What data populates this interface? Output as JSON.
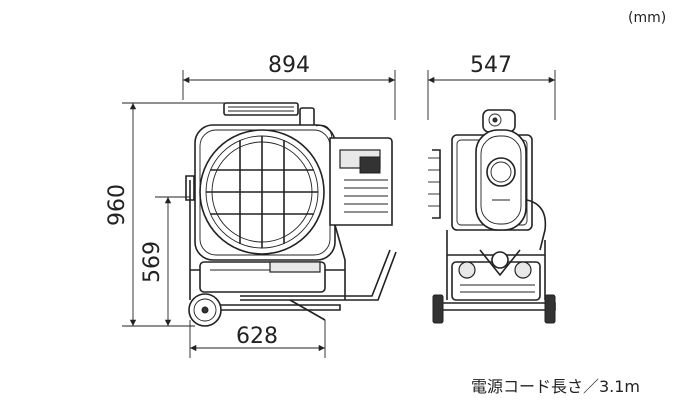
{
  "unit_label": "(mm)",
  "dimensions": {
    "width_front": "894",
    "depth_side": "547",
    "height_total": "960",
    "height_axis": "569",
    "wheelbase": "628"
  },
  "footnote": "電源コード長さ／3.1m"
}
